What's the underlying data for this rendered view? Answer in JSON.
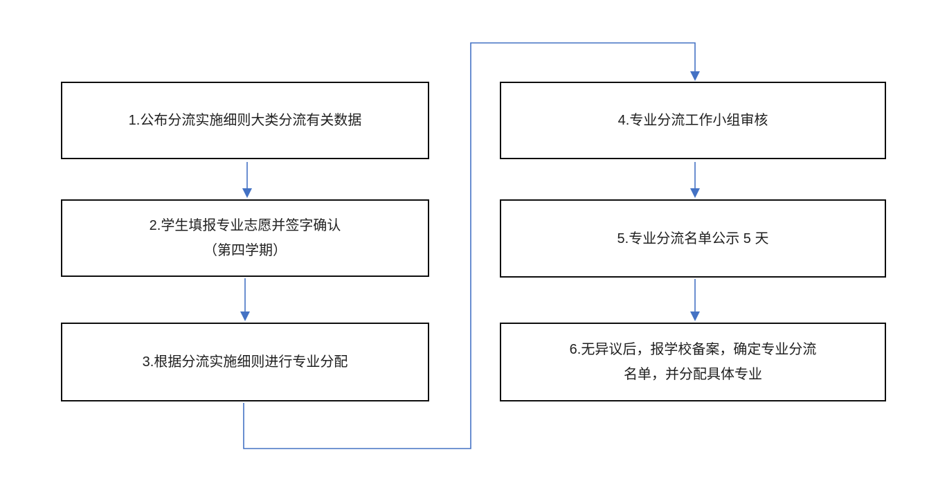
{
  "flowchart": {
    "steps": [
      {
        "id": "1",
        "lines": [
          "1.公布分流实施细则大类分流有关数据",
          ""
        ]
      },
      {
        "id": "2",
        "lines": [
          "2.学生填报专业志愿并签字确认",
          "（第四学期）"
        ]
      },
      {
        "id": "3",
        "lines": [
          "3.根据分流实施细则进行专业分配",
          ""
        ]
      },
      {
        "id": "4",
        "lines": [
          "4.专业分流工作小组审核",
          ""
        ]
      },
      {
        "id": "5",
        "lines": [
          "5.专业分流名单公示 5 天",
          ""
        ]
      },
      {
        "id": "6",
        "lines": [
          "6.无异议后，报学校备案，确定专业分流",
          "名单，并分配具体专业"
        ]
      }
    ],
    "connections": [
      {
        "from": "1",
        "to": "2",
        "type": "straight-arrow-down"
      },
      {
        "from": "2",
        "to": "3",
        "type": "straight-arrow-down"
      },
      {
        "from": "3",
        "to": "4",
        "type": "elbow-arrow"
      },
      {
        "from": "4",
        "to": "5",
        "type": "straight-arrow-down"
      },
      {
        "from": "5",
        "to": "6",
        "type": "straight-arrow-down"
      }
    ],
    "colors": {
      "arrow": "#4472C4",
      "box_border": "#0D0D0D",
      "text": "#1F1F1F",
      "background": "#FFFFFF"
    }
  }
}
